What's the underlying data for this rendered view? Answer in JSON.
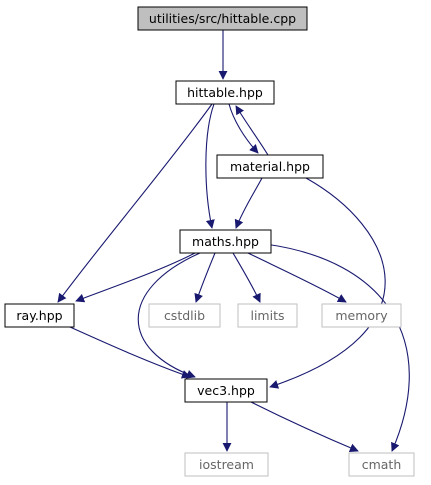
{
  "colors": {
    "edge": "#191970",
    "root_fill": "#bfbfbf",
    "node_border": "#000000",
    "external_border": "#bfbfbf",
    "external_text": "#666666",
    "text": "#000000"
  },
  "nodes": [
    {
      "id": "hittable_cpp",
      "label": "utilities/src/hittable.cpp",
      "kind": "root"
    },
    {
      "id": "hittable_hpp",
      "label": "hittable.hpp",
      "kind": "internal"
    },
    {
      "id": "material_hpp",
      "label": "material.hpp",
      "kind": "internal"
    },
    {
      "id": "maths_hpp",
      "label": "maths.hpp",
      "kind": "internal"
    },
    {
      "id": "ray_hpp",
      "label": "ray.hpp",
      "kind": "internal"
    },
    {
      "id": "cstdlib",
      "label": "cstdlib",
      "kind": "external"
    },
    {
      "id": "limits",
      "label": "limits",
      "kind": "external"
    },
    {
      "id": "memory",
      "label": "memory",
      "kind": "external"
    },
    {
      "id": "vec3_hpp",
      "label": "vec3.hpp",
      "kind": "internal"
    },
    {
      "id": "iostream",
      "label": "iostream",
      "kind": "external"
    },
    {
      "id": "cmath",
      "label": "cmath",
      "kind": "external"
    }
  ],
  "edges": [
    {
      "from": "hittable_cpp",
      "to": "hittable_hpp"
    },
    {
      "from": "hittable_hpp",
      "to": "material_hpp"
    },
    {
      "from": "material_hpp",
      "to": "hittable_hpp"
    },
    {
      "from": "hittable_hpp",
      "to": "maths_hpp"
    },
    {
      "from": "hittable_hpp",
      "to": "ray_hpp"
    },
    {
      "from": "material_hpp",
      "to": "maths_hpp"
    },
    {
      "from": "material_hpp",
      "to": "vec3_hpp"
    },
    {
      "from": "maths_hpp",
      "to": "ray_hpp"
    },
    {
      "from": "maths_hpp",
      "to": "cstdlib"
    },
    {
      "from": "maths_hpp",
      "to": "limits"
    },
    {
      "from": "maths_hpp",
      "to": "memory"
    },
    {
      "from": "maths_hpp",
      "to": "vec3_hpp"
    },
    {
      "from": "maths_hpp",
      "to": "cmath"
    },
    {
      "from": "ray_hpp",
      "to": "vec3_hpp"
    },
    {
      "from": "vec3_hpp",
      "to": "iostream"
    },
    {
      "from": "vec3_hpp",
      "to": "cmath"
    }
  ]
}
